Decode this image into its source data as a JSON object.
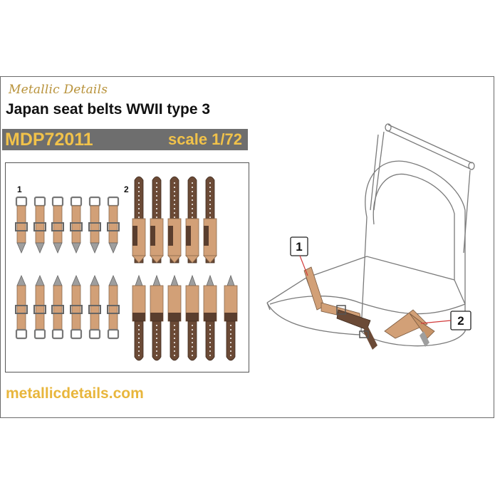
{
  "brand": {
    "logo_text": "Metallic Details"
  },
  "product": {
    "title": "Japan seat belts WWII type 3",
    "code": "MDP72011",
    "scale": "scale 1/72"
  },
  "sheet": {
    "part_numbers": [
      "1",
      "2"
    ]
  },
  "illustration": {
    "callouts": [
      "1",
      "2"
    ]
  },
  "footer": {
    "website": "metallicdetails.com"
  },
  "colors": {
    "gold": "#f1c24a",
    "code_bar": "#6e6e6e",
    "belt_tan": "#d2a077",
    "belt_dark": "#6b4a36",
    "metal": "#9e9e9e",
    "callout_line": "#d23a3a"
  }
}
